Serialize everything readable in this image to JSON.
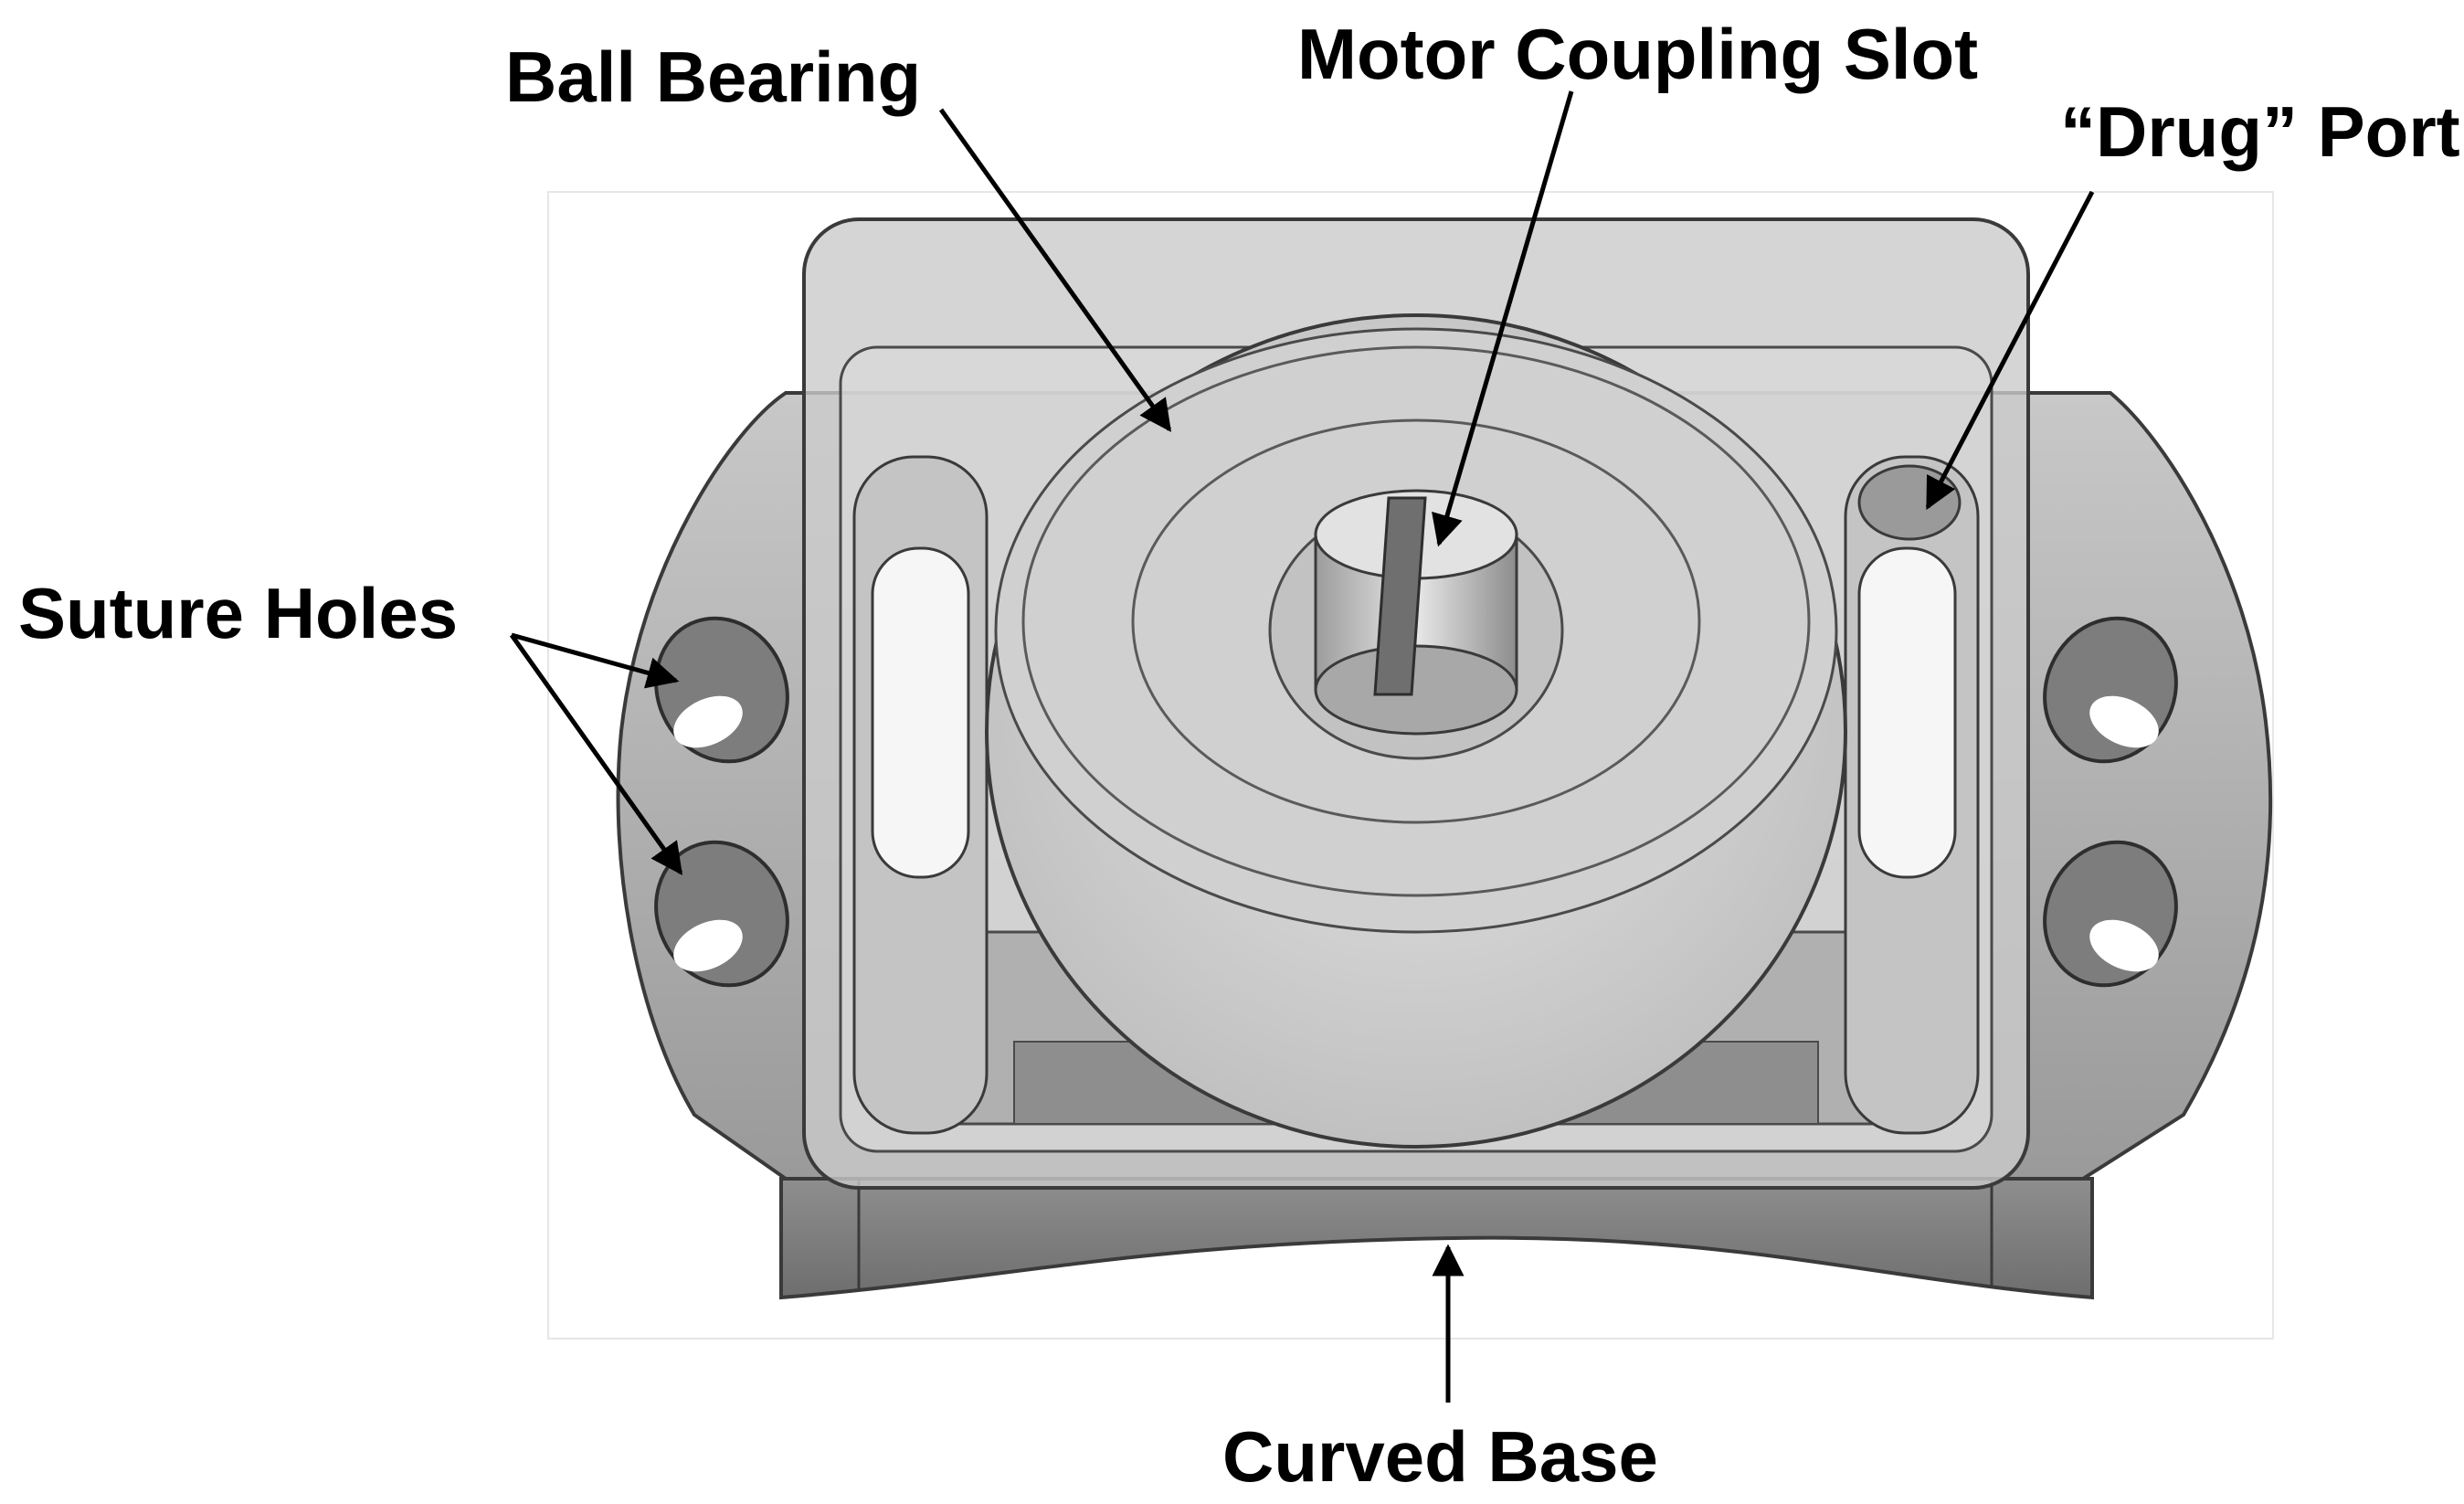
{
  "figure": {
    "labels": {
      "ball_bearing": "Ball Bearing",
      "motor_coupling_slot": "Motor Coupling Slot",
      "drug_port": "“Drug” Port",
      "suture_holes": "Suture Holes",
      "curved_base": "Curved Base"
    }
  },
  "colors": {
    "background": "#ffffff",
    "text": "#000000",
    "body_light": "#d6d6d6",
    "body_mid": "#b4b4b4",
    "body_dark": "#8a8a8a",
    "edge": "#3a3a3a"
  }
}
